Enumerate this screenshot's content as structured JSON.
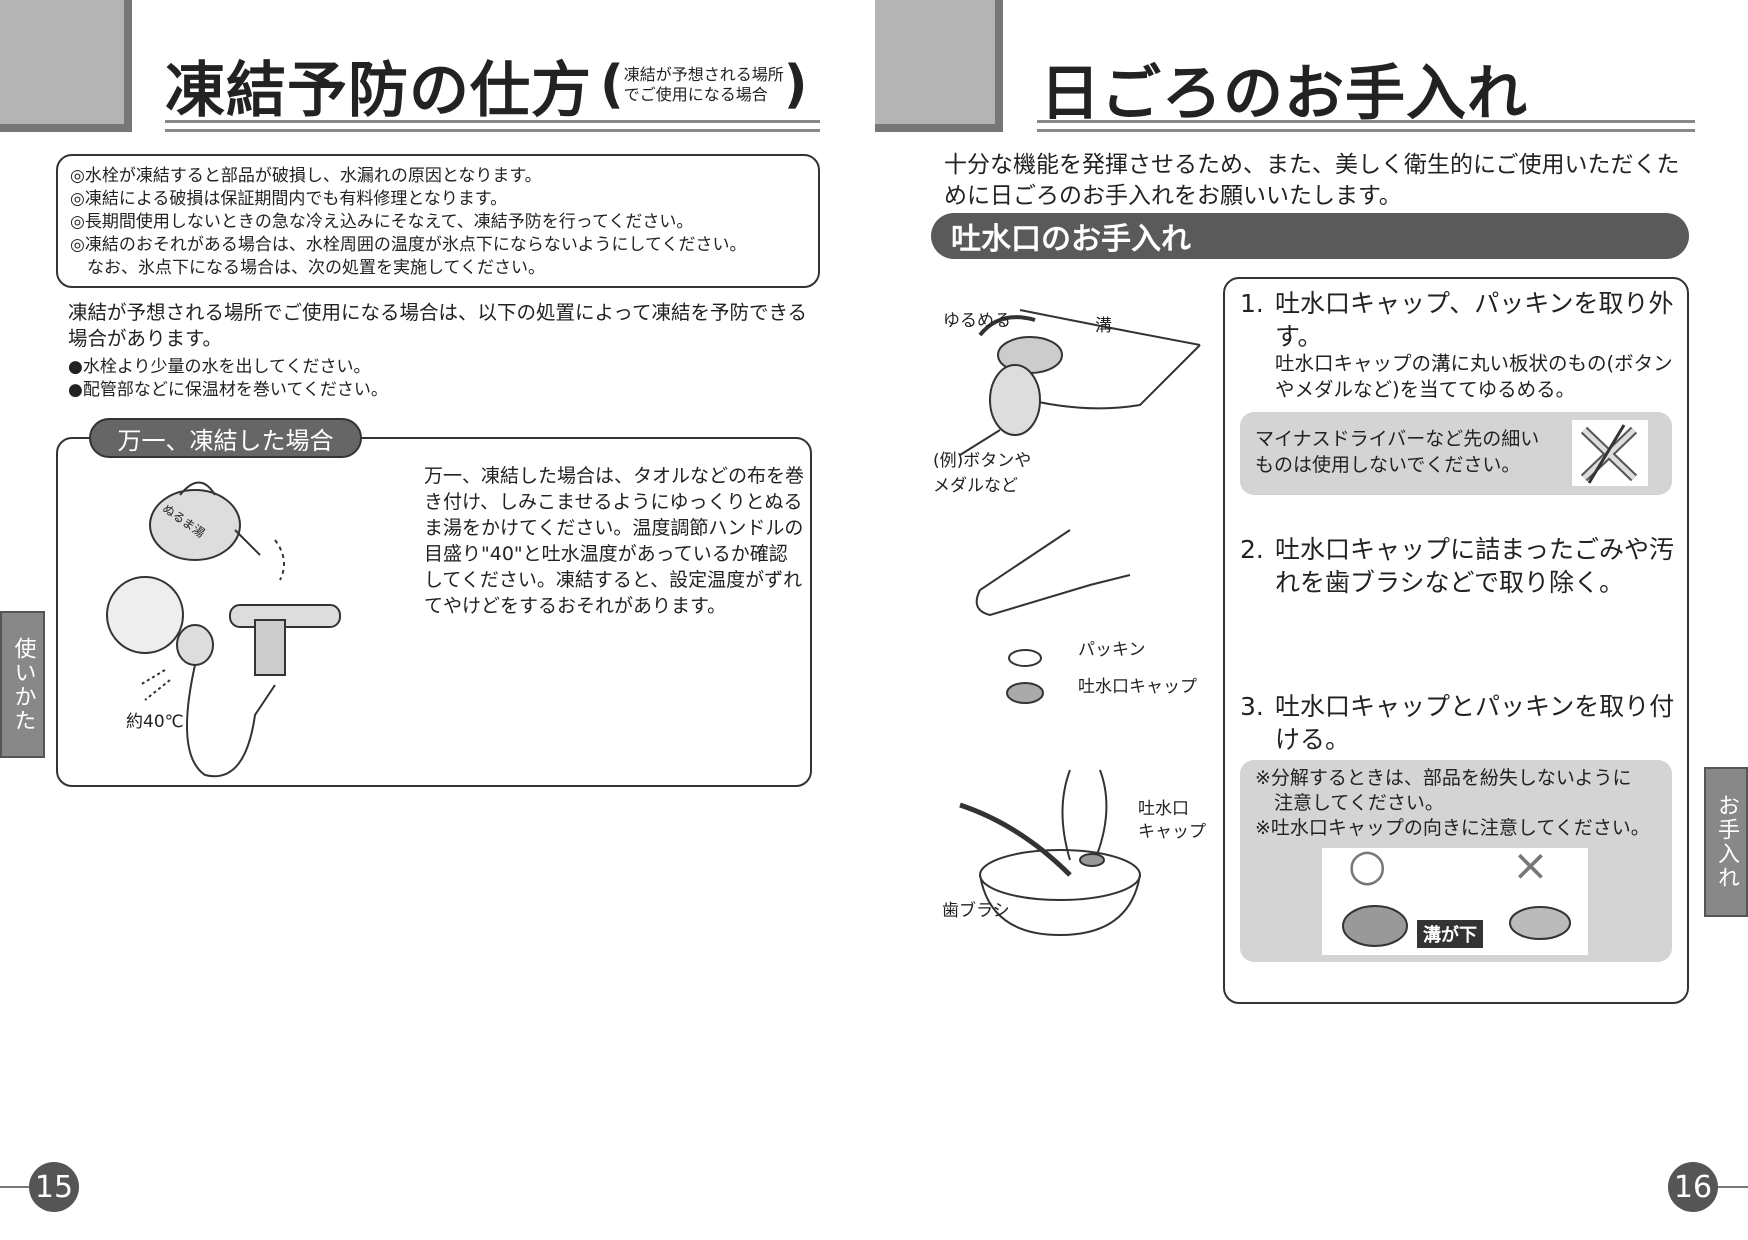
{
  "left": {
    "title": "凍結予防の仕方",
    "title_note": [
      "凍結が予想される場所",
      "でご使用になる場合"
    ],
    "warnings": [
      "◎水栓が凍結すると部品が破損し、水漏れの原因となります。",
      "◎凍結による破損は保証期間内でも有料修理となります。",
      "◎長期間使用しないときの急な冷え込みにそなえて、凍結予防を行ってください。",
      "◎凍結のおそれがある場合は、水栓周囲の温度が氷点下にならないようにしてください。",
      "　なお、氷点下になる場合は、次の処置を実施してください。"
    ],
    "intro": "凍結が予想される場所でご使用になる場合は、以下の処置によって凍結を予防できる場合があります。",
    "bullets": [
      "●水栓より少量の水を出してください。",
      "●配管部などに保温材を巻いてください。"
    ],
    "section_label": "万一、凍結した場合",
    "section_text": "万一、凍結した場合は、タオルなどの布を巻き付け、しみこませるようにゆっくりとぬるま湯をかけてください。温度調節ハンドルの目盛り\"40\"と吐水温度があっているか確認してください。凍結すると、設定温度がずれてやけどをするおそれがあります。",
    "kettle_label": "ぬるま湯",
    "temp_label": "約40℃",
    "side_tab": "使いかた",
    "page_number": "15"
  },
  "right": {
    "title": "日ごろのお手入れ",
    "intro": "十分な機能を発揮させるため、また、美しく衛生的にご使用いただくために日ごろのお手入れをお願いいたします。",
    "section_bar": "吐水口のお手入れ",
    "fig1": {
      "loosen": "ゆるめる",
      "groove": "溝",
      "example": "(例)ボタンや\nメダルなど"
    },
    "fig2": {
      "packing": "パッキン",
      "cap": "吐水口キャップ"
    },
    "fig3": {
      "cap": "吐水口\nキャップ",
      "brush": "歯ブラシ"
    },
    "steps": [
      {
        "num": "1.",
        "title": "吐水口キャップ、パッキンを取り外す。",
        "desc": "吐水口キャップの溝に丸い板状のもの(ボタンやメダルなど)を当ててゆるめる。"
      },
      {
        "num": "2.",
        "title": "吐水口キャップに詰まったごみや汚れを歯ブラシなどで取り除く。"
      },
      {
        "num": "3.",
        "title": "吐水口キャップとパッキンを取り付ける。"
      }
    ],
    "caution": "マイナスドライバーなど先の細いものは使用しないでください。",
    "notes": [
      "※分解するときは、部品を紛失しないように",
      "　注意してください。",
      "※吐水口キャップの向きに注意してください。"
    ],
    "orientation_label": "溝が下",
    "ok_mark": "○",
    "ng_mark": "×",
    "side_tab": "お手入れ",
    "page_number": "16"
  }
}
